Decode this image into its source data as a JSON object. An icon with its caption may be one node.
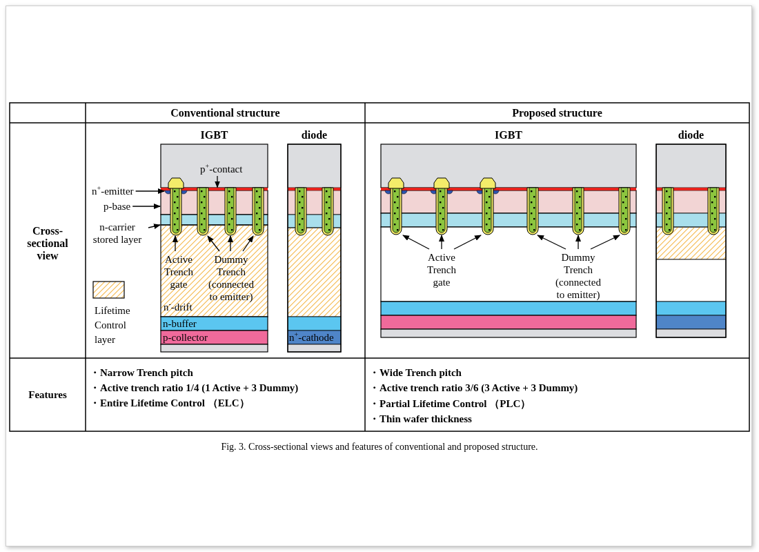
{
  "diagram": {
    "caption": "Fig. 3. Cross-sectional views and features of conventional and proposed structure.",
    "nodes": [
      {
        "text": [
          "p$^{+}$-contact"
        ]
      },
      {
        "text": [
          "n$^{+}$-emitter"
        ]
      },
      {
        "text": [
          "p-base"
        ]
      },
      {
        "text": [
          "n-carrier stored layer"
        ]
      },
      {
        "text": [
          "Active Trench gate"
        ]
      },
      {
        "text": [
          "Dummy Trench (connected to emitter)"
        ]
      },
      {
        "text": [
          "Active Trench gate"
        ]
      },
      {
        "text": [
          "Dummy Trench (connected to emitter)"
        ]
      },
      {
        "text": [],
        "shape": "bar"
      },
      {
        "text": [],
        "shape": "circle",
        "in": 10
      },
      {
        "text": [],
        "shape": "bar"
      },
      {
        "text": [],
        "shape": "bar"
      },
      {
        "text": [],
        "shape": "box"
      },
      {
        "text": [],
        "shape": "box"
      },
      {
        "text": [],
        "shape": "box"
      },
      {
        "text": [],
        "shape": "box"
      },
      {
        "text": [],
        "shape": "box"
      },
      {
        "text": [],
        "shape": "box"
      },
      {
        "text": [],
        "shape": "box"
      },
      {
        "text": [],
        "shape": "box"
      },
      {
        "text": [],
        "shape": "box"
      },
      {
        "text": [],
        "shape": "box"
      }
    ],
    "edges": [
      {
        "from": 0,
        "to": 8,
        "arrow": "to"
      },
      {
        "from": 1,
        "to": 9,
        "arrow": "to"
      },
      {
        "from": 2,
        "to": 10,
        "arrow": "to"
      },
      {
        "from": 3,
        "to": 11,
        "arrow": "to"
      },
      {
        "from": 4,
        "to": 12,
        "arrow": "to"
      },
      {
        "from": 5,
        "to": 13,
        "arrow": "to"
      },
      {
        "from": 5,
        "to": 14,
        "arrow": "to"
      },
      {
        "from": 5,
        "to": 15,
        "arrow": "to"
      },
      {
        "from": 6,
        "to": 16,
        "arrow": "to"
      },
      {
        "from": 6,
        "to": 17,
        "arrow": "to"
      },
      {
        "from": 6,
        "to": 18,
        "arrow": "to"
      },
      {
        "from": 7,
        "to": 19,
        "arrow": "to"
      },
      {
        "from": 7,
        "to": 20,
        "arrow": "to"
      },
      {
        "from": 7,
        "to": 21,
        "arrow": "to"
      }
    ],
    "labels": [
      "Conventional structure",
      "Proposed structure",
      "Cross-sectional view",
      "IGBT",
      "diode",
      "IGBT",
      "diode",
      "n$^{-}$-drift",
      "n-buffer",
      "p-collector",
      "n$^{+}$-cathode",
      "Features",
      "・Narrow Trench pitch",
      "・Active trench ratio  1/4  (1 Active + 3 Dummy)",
      "・Entire Lifetime Control （ELC）",
      "・Wide Trench pitch",
      "・Active trench ratio 3/6 (3 Active + 3 Dummy)",
      "・Partial Lifetime Control （PLC）",
      "・Thin wafer thickness"
    ],
    "legend": [
      {
        "text": "Lifetime Control layer"
      }
    ]
  }
}
